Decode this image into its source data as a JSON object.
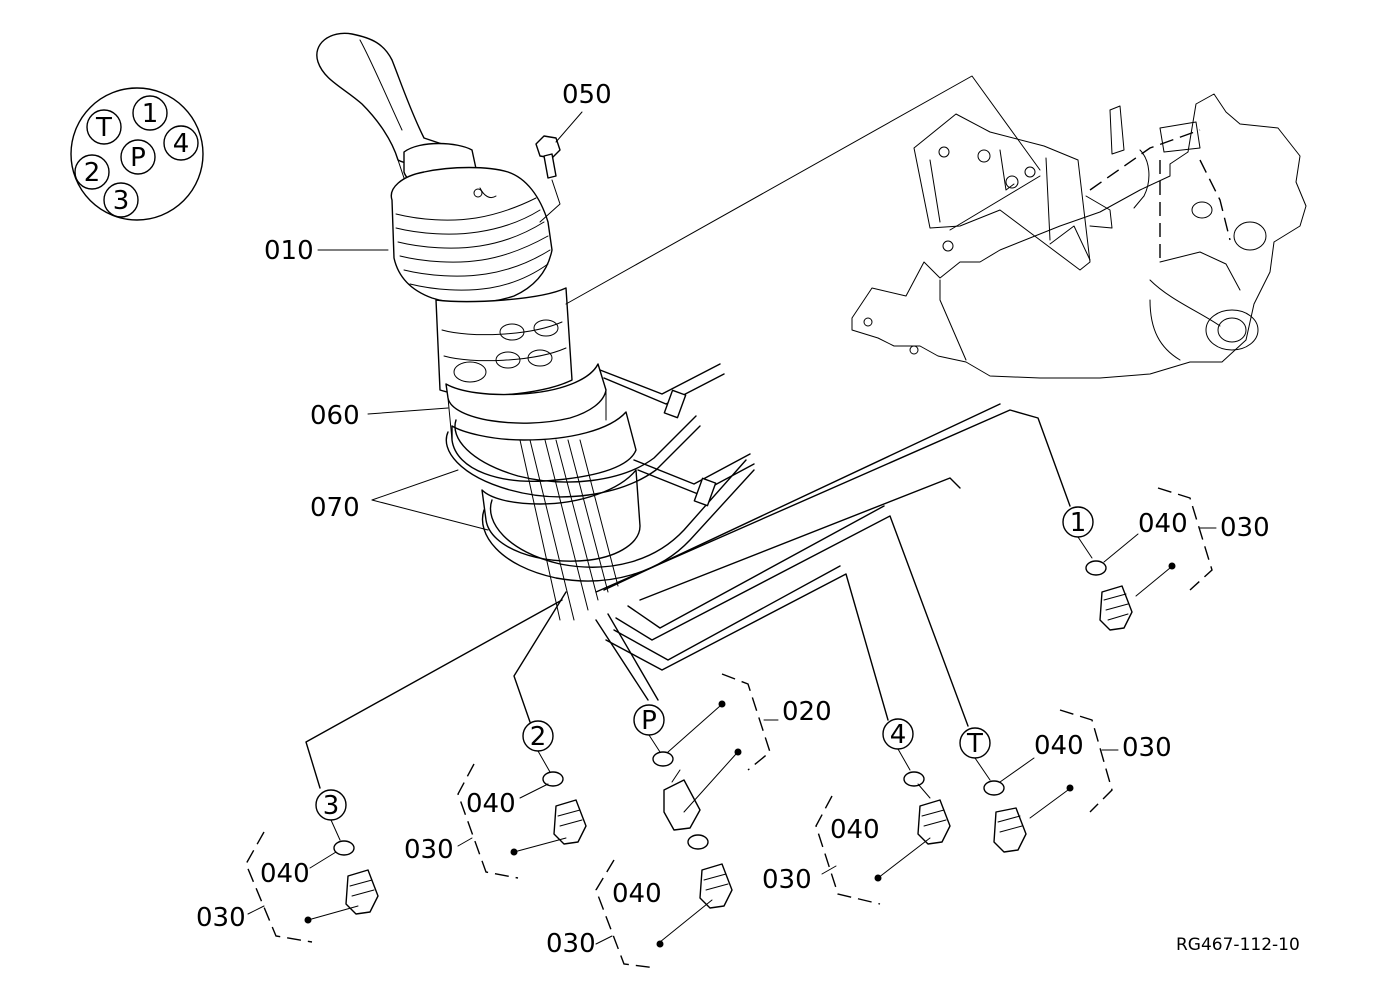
{
  "port_legend": {
    "ports": [
      "T",
      "1",
      "4",
      "P",
      "2",
      "3"
    ]
  },
  "parts": {
    "p010": "010",
    "p020": "020",
    "p030": "030",
    "p040": "040",
    "p050": "050",
    "p060": "060",
    "p070": "070"
  },
  "ports": {
    "port1": "1",
    "port2": "2",
    "port3": "3",
    "port4": "4",
    "portP": "P",
    "portT": "T"
  },
  "drawing_code": "RG467-112-10"
}
